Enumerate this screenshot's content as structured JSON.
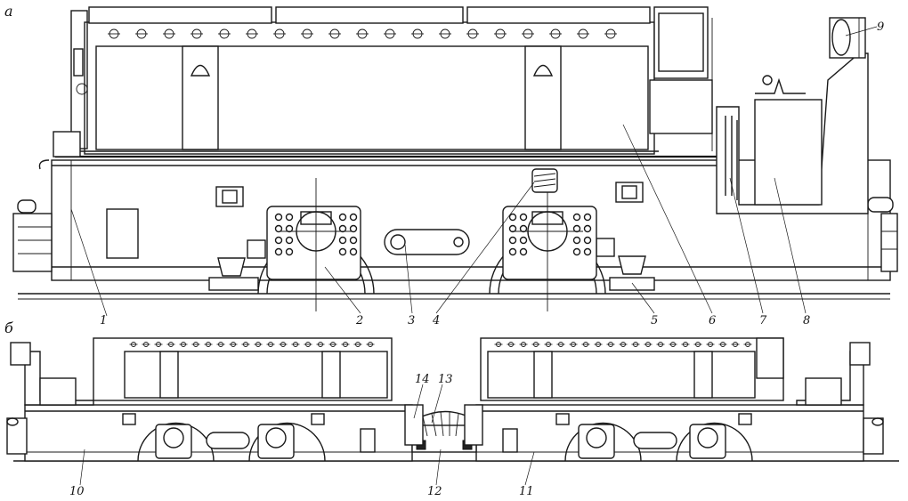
{
  "views": {
    "top": {
      "letter": "а"
    },
    "bottom": {
      "letter": "б"
    }
  },
  "callouts": [
    "1",
    "2",
    "3",
    "4",
    "5",
    "6",
    "7",
    "8",
    "9",
    "10",
    "11",
    "12",
    "13",
    "14"
  ]
}
